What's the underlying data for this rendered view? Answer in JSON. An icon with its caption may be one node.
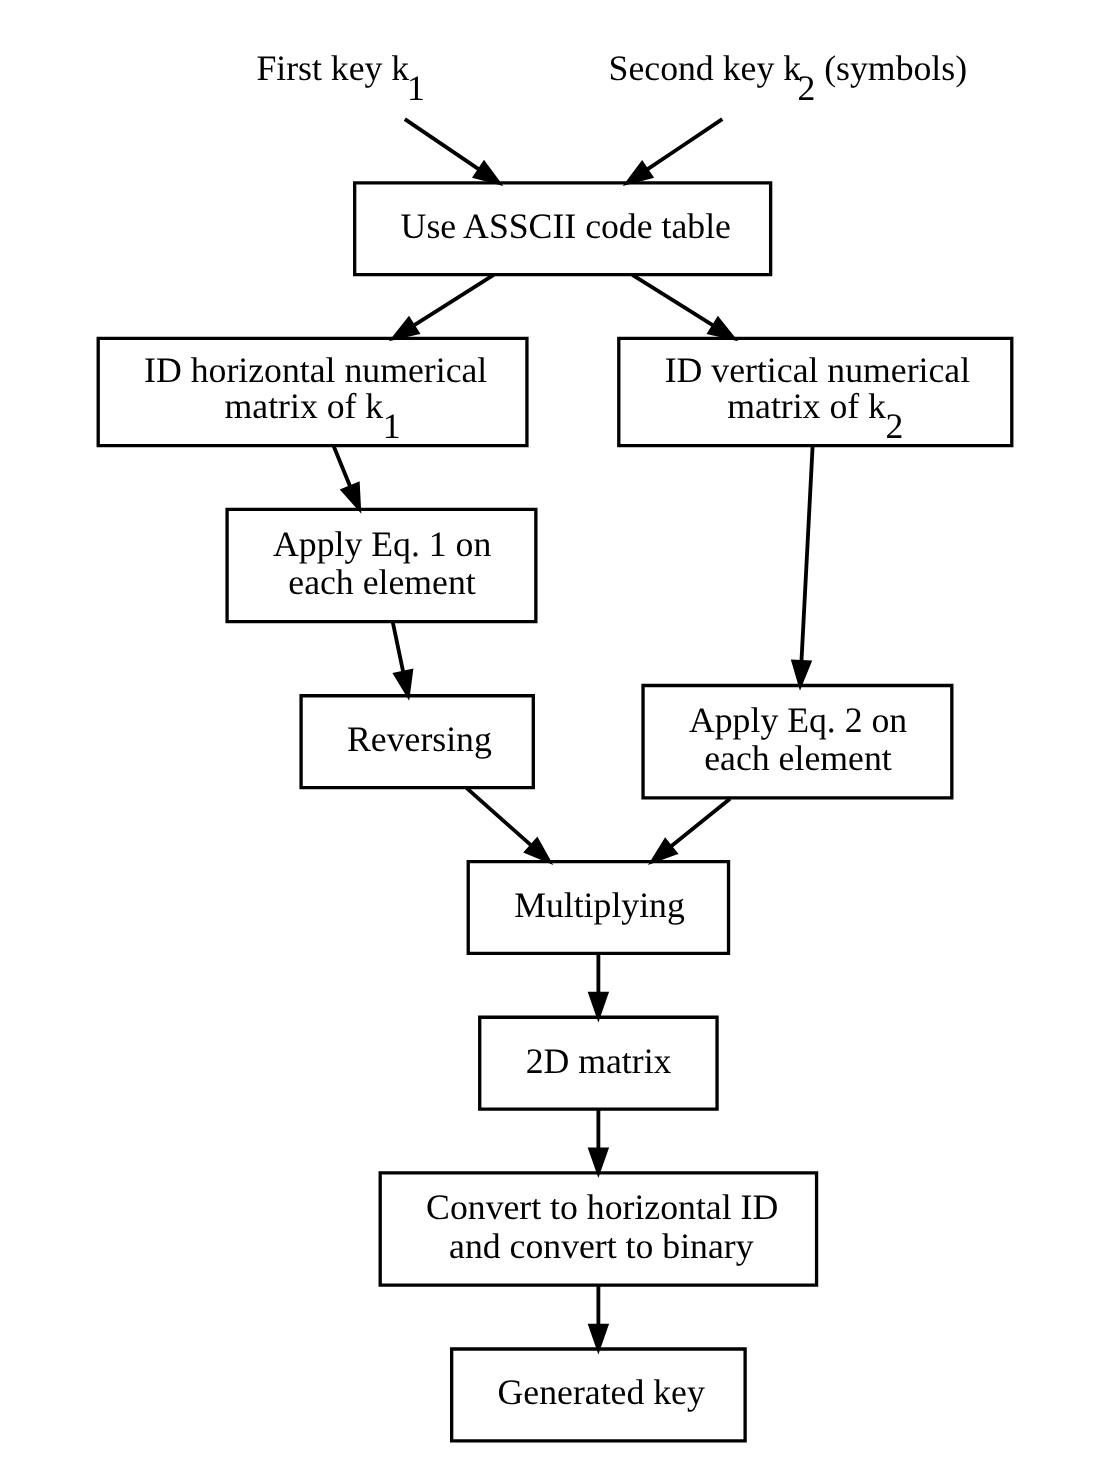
{
  "diagram": {
    "nodes": [
      {
        "text": [
          "First key k$_{1}$"
        ]
      },
      {
        "text": [
          "Second key k$_{2}$ (symbols)"
        ]
      },
      {
        "text": [
          "Use ASSCII code table"
        ]
      },
      {
        "text": [
          "ID horizontal numerical matrix of k$_{1}$"
        ]
      },
      {
        "text": [
          "ID vertical numerical matrix of k$_{2}$"
        ]
      },
      {
        "text": [
          "Apply Eq. 1 on each element"
        ]
      },
      {
        "text": [
          "Reversing"
        ]
      },
      {
        "text": [
          "Apply Eq. 2 on each element"
        ]
      },
      {
        "text": [
          "Multiplying"
        ]
      },
      {
        "text": [
          "2D matrix"
        ]
      },
      {
        "text": [
          "Convert to horizontal ID and convert to binary"
        ]
      },
      {
        "text": [
          "Generated key"
        ]
      }
    ],
    "edges": [
      {
        "from": 0,
        "to": 2,
        "arrow": "to"
      },
      {
        "from": 1,
        "to": 2,
        "arrow": "to"
      },
      {
        "from": 2,
        "to": 3,
        "arrow": "to"
      },
      {
        "from": 2,
        "to": 4,
        "arrow": "to"
      },
      {
        "from": 3,
        "to": 5,
        "arrow": "to"
      },
      {
        "from": 5,
        "to": 6,
        "arrow": "to"
      },
      {
        "from": 4,
        "to": 7,
        "arrow": "to"
      },
      {
        "from": 6,
        "to": 8,
        "arrow": "to"
      },
      {
        "from": 7,
        "to": 8,
        "arrow": "to"
      },
      {
        "from": 8,
        "to": 9,
        "arrow": "to"
      },
      {
        "from": 9,
        "to": 10,
        "arrow": "to"
      },
      {
        "from": 10,
        "to": 11,
        "arrow": "to"
      }
    ]
  }
}
